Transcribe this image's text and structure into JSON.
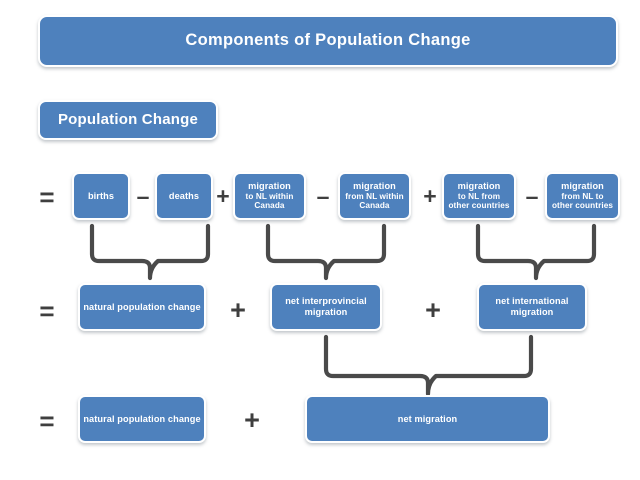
{
  "title": "Components of Population Change",
  "subtitle": "Population Change",
  "colors": {
    "box_fill": "#4E81BD",
    "box_border": "#FFFFFF",
    "text": "#FFFFFF",
    "operator": "#3F3F3F",
    "brace": "#4A4A4A",
    "background": "#FFFFFF"
  },
  "operators": {
    "equals": "=",
    "plus": "+",
    "minus": "–"
  },
  "row1": {
    "equals": "=",
    "items": [
      {
        "header": "births",
        "sub": "",
        "op_after": "–"
      },
      {
        "header": "deaths",
        "sub": "",
        "op_after": "+"
      },
      {
        "header": "migration",
        "sub": "to NL within Canada",
        "op_after": "–"
      },
      {
        "header": "migration",
        "sub": "from NL within Canada",
        "op_after": "+"
      },
      {
        "header": "migration",
        "sub": "to NL from other countries",
        "op_after": "–"
      },
      {
        "header": "migration",
        "sub": "from NL to other countries",
        "op_after": ""
      }
    ]
  },
  "row2": {
    "equals": "=",
    "items": [
      {
        "label": "natural population change",
        "op_after": "+"
      },
      {
        "label": "net interprovincial migration",
        "op_after": "+"
      },
      {
        "label": "net international migration",
        "op_after": ""
      }
    ]
  },
  "row3": {
    "equals": "=",
    "items": [
      {
        "label": "natural population change",
        "op_after": "+"
      },
      {
        "label": "net migration",
        "op_after": ""
      }
    ]
  },
  "braces": {
    "count": 4,
    "names": [
      "brace-births-deaths",
      "brace-interprovincial",
      "brace-international",
      "brace-net-migration"
    ]
  }
}
